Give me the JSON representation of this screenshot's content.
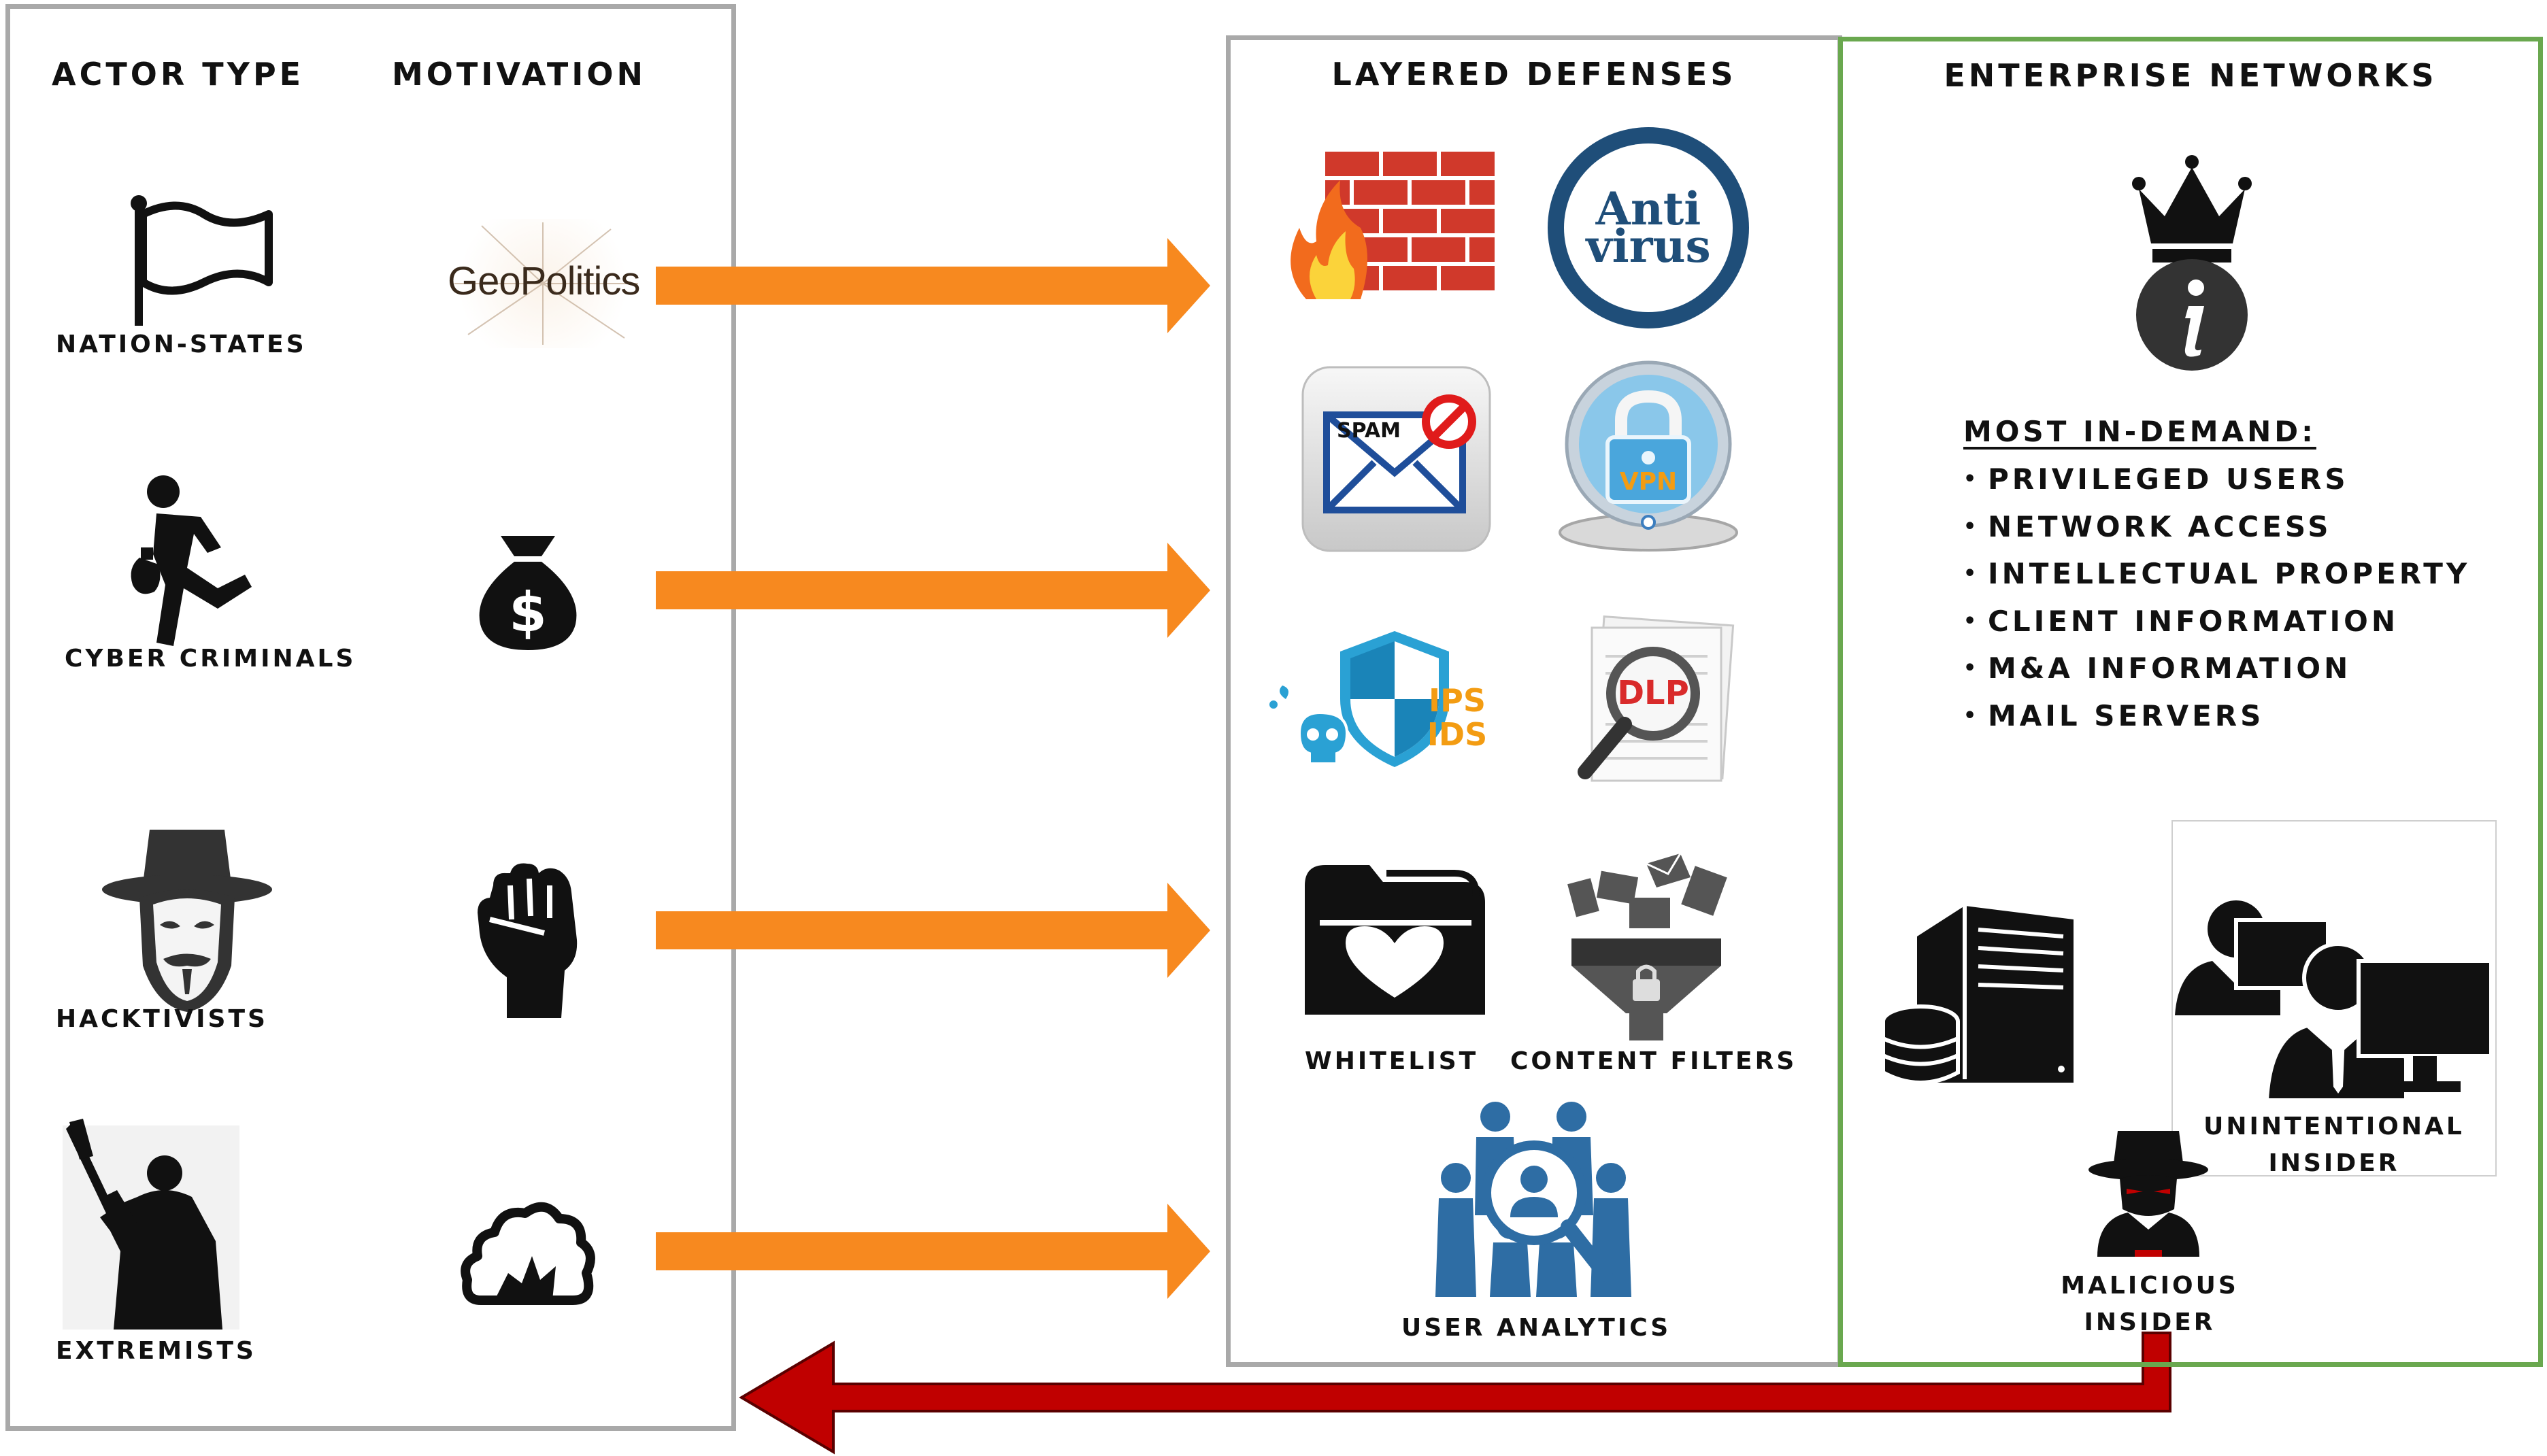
{
  "left_panel": {
    "headers": {
      "actor_type": "ACTOR TYPE",
      "motivation": "MOTIVATION"
    },
    "actors": [
      {
        "label": "NATION-STATES",
        "icon": "flag-icon",
        "motivation_icon": "geopolitics-image",
        "motivation_text": "GeoPolitics"
      },
      {
        "label": "CYBER CRIMINALS",
        "icon": "thief-running-icon",
        "motivation_icon": "money-bag-icon"
      },
      {
        "label": "HACKTIVISTS",
        "icon": "anonymous-mask-icon",
        "motivation_icon": "raised-fist-icon"
      },
      {
        "label": "EXTREMISTS",
        "icon": "militant-icon",
        "motivation_icon": "explosion-icon"
      }
    ]
  },
  "defenses": {
    "header": "LAYERED DEFENSES",
    "items": [
      {
        "icon": "firewall-icon"
      },
      {
        "icon": "antivirus-icon",
        "text_line1": "Anti",
        "text_line2": "virus"
      },
      {
        "icon": "spam-filter-icon",
        "text": "SPAM"
      },
      {
        "icon": "vpn-icon",
        "text": "VPN"
      },
      {
        "icon": "ips-ids-icon",
        "text_line1": "IPS",
        "text_line2": "IDS"
      },
      {
        "icon": "dlp-icon",
        "text": "DLP"
      },
      {
        "icon": "whitelist-icon",
        "label": "WHITELIST"
      },
      {
        "icon": "content-filter-icon",
        "label": "CONTENT FILTERS"
      },
      {
        "icon": "user-analytics-icon",
        "label": "USER ANALYTICS"
      }
    ]
  },
  "enterprise": {
    "header": "ENTERPRISE NETWORKS",
    "icon": "crown-info-icon",
    "list_title": "MOST IN-DEMAND:",
    "list": [
      "PRIVILEGED USERS",
      "NETWORK ACCESS",
      "INTELLECTUAL PROPERTY",
      "CLIENT INFORMATION",
      "M&A INFORMATION",
      "MAIL SERVERS"
    ],
    "unintentional_line1": "UNINTENTIONAL",
    "unintentional_line2": "INSIDER",
    "malicious_line1": "MALICIOUS",
    "malicious_line2": "INSIDER",
    "server_icon": "server-database-icon",
    "users_icon": "users-computers-icon",
    "spy_icon": "spy-icon"
  },
  "colors": {
    "left_border": "#a9a9a9",
    "defense_border": "#a9a9a9",
    "enterprise_border": "#6aa84f",
    "arrow_orange": "#f7891f",
    "arrow_red": "#c00000",
    "dark": "#111111"
  }
}
